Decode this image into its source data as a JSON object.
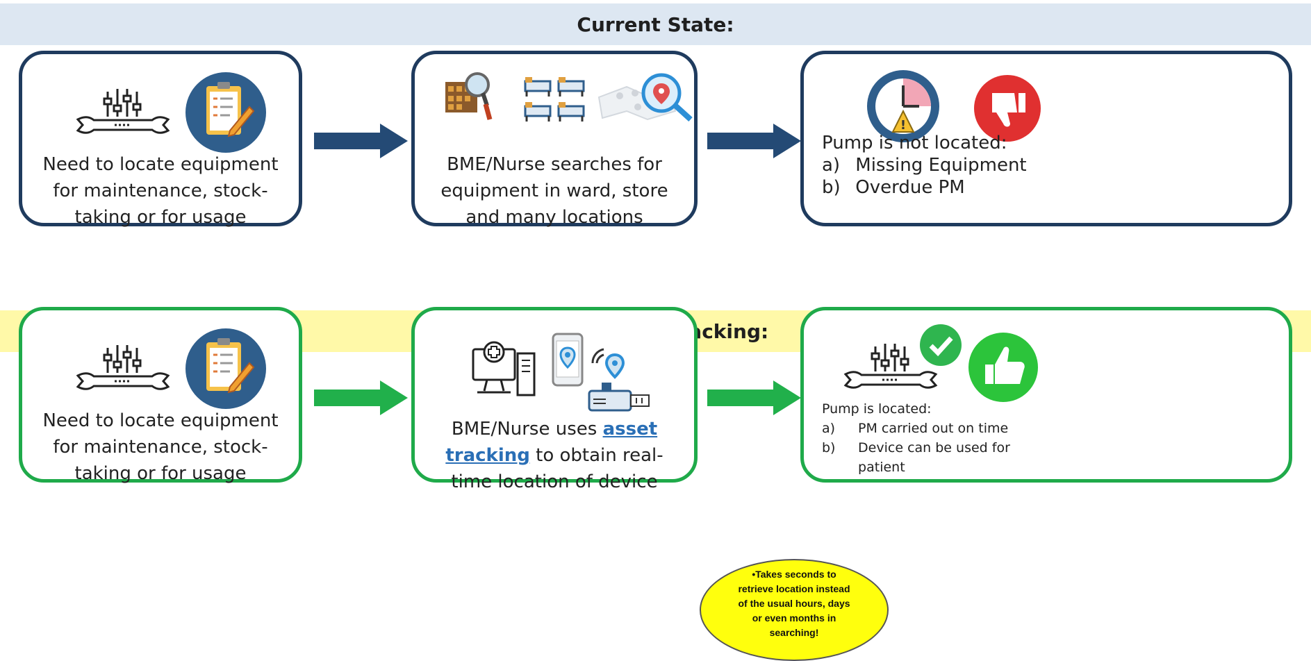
{
  "current_state": {
    "heading": "Current State:",
    "step1_lines": [
      "Need to locate equipment",
      "for maintenance, stock-",
      "taking or for usage"
    ],
    "step2_lines": [
      "BME/Nurse searches for",
      "equipment in ward, store",
      "and many locations"
    ],
    "step3_title": "Pump is not located:",
    "step3_items": [
      {
        "marker": "a)",
        "text": "Missing Equipment"
      },
      {
        "marker": "b)",
        "text": "Overdue PM"
      }
    ]
  },
  "with_asset_tracking": {
    "heading": "With Asset Tracking:",
    "step1_lines": [
      "Need to locate equipment",
      "for maintenance, stock-",
      "taking or for usage"
    ],
    "step2": {
      "line1_prefix": "BME/Nurse uses ",
      "link_part1": "asset",
      "link_part2": "tracking",
      "line2_suffix": " to obtain real-",
      "line3": "time location of device"
    },
    "step3_title": "Pump is located:",
    "step3_items": [
      {
        "marker": "a)",
        "text": "PM carried out on time"
      },
      {
        "marker": "b)",
        "text": "Device can be used for"
      },
      {
        "marker": "",
        "text": "patient"
      }
    ]
  },
  "callout_lines": [
    "•Takes seconds to",
    "retrieve location instead",
    "of the usual hours, days",
    "or even months in",
    "searching!"
  ],
  "icons": {
    "row1_step1": [
      "sliders-wrench-icon",
      "clipboard-checklist-icon"
    ],
    "row1_step2": [
      "warehouse-search-icon",
      "hospital-beds-icon",
      "map-location-search-icon"
    ],
    "row1_step3": [
      "clock-warning-icon",
      "thumbs-down-icon"
    ],
    "row2_step1": [
      "sliders-wrench-icon",
      "clipboard-checklist-icon"
    ],
    "row2_step2": [
      "computer-medical-icon",
      "phone-location-icon",
      "wireless-location-icon",
      "infusion-pump-icon"
    ],
    "row2_step3": [
      "sliders-wrench-icon",
      "check-circle-icon",
      "thumbs-up-icon"
    ]
  },
  "colors": {
    "current_banner": "#dde7f2",
    "asset_banner": "#fff9a8",
    "current_border": "#1f3b5e",
    "asset_border": "#1faa4a",
    "callout": "#ffff0d",
    "link": "#2a6fb6"
  }
}
